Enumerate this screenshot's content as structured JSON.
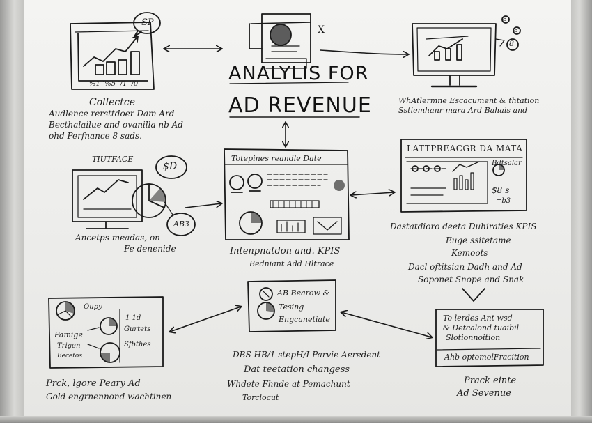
{
  "diagram": {
    "title_line1": "ANALYLIS FOR",
    "title_line2": "AD REVENUE",
    "top_left": {
      "bubble": "SP",
      "ticks": "%1 ’%5 ’/1 ’/0",
      "caption": [
        "Collectce",
        "Audlence rersttdoer Dam Ard",
        "Becthalailue and ovanilla nb Ad",
        "ohd Perfnance 8 sads."
      ]
    },
    "top_center": {
      "mark": "X"
    },
    "top_right": {
      "bubbles": [
        "8",
        "8",
        "8"
      ],
      "caption": [
        "WhAtlermne Escacument & thtation",
        "Sstiemhanr mara Ard Bahais and"
      ]
    },
    "mid_left": {
      "heading": "TIUTFACE",
      "bubble_top": "$D",
      "bubble_bottom": "AB3",
      "caption": [
        "Ancetps meadas, on",
        "Fe denenide"
      ]
    },
    "center_panel": {
      "header": "Totepines reandle Date",
      "caption": [
        "Intenpnatdon and. KPIS",
        "Bedniant Add Hltrace"
      ]
    },
    "mid_right": {
      "header": "LATTPREACGR DA MATA",
      "mini_label": "Bdtsalar",
      "mini_numbers": "$8 s",
      "mini_bottom": "=b3",
      "caption": [
        "Dastatdioro deeta Duhiraties KPIS",
        "Euge ssitetame",
        "Kemoots",
        "Dacl oftitsian Dadh and Ad",
        "Soponet Snope and Snak"
      ]
    },
    "bottom_left": {
      "labels": [
        "Oupy",
        "Pamige",
        "Trigen",
        "Becetos",
        "1 1d",
        "Gurtets",
        "Sfbthes"
      ],
      "caption": [
        "Prck, lgore Peary Ad",
        "Gold engrnennond wachtinen"
      ]
    },
    "bottom_center": {
      "lines": [
        "AB Bearow &",
        "Tesing",
        "Engcanetiate"
      ],
      "caption": [
        "DBS HB/1 stepH/I Parvie Aeredent",
        "Dat teetation changess",
        "Whdete Fhnde at Pemachunt",
        "Torclocut"
      ]
    },
    "bottom_right": {
      "lines": [
        "To lerdes Ant wsd",
        "& Detcalond tuaibil",
        "Slotionnoition",
        "Ahb optomolFracition"
      ],
      "caption": [
        "Prack einte",
        "Ad Sevenue"
      ]
    }
  }
}
